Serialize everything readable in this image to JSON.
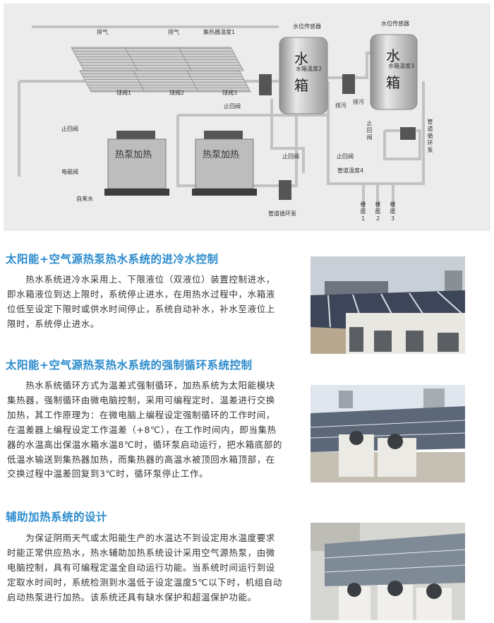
{
  "diagram": {
    "labels": {
      "vent1": "排气",
      "vent2": "排气",
      "collector_temp": "集热器温度1",
      "ball_valve1": "球阀1",
      "ball_valve2": "球阀2",
      "ball_valve3": "球阀3",
      "check_valve_top": "止回阀",
      "check_valve_left": "止回阀",
      "solenoid_valve": "电磁阀",
      "tap_water": "自来水",
      "heat_pump1": "热泵加热",
      "heat_pump2": "热泵加热",
      "check_valve_mid": "止回阀",
      "circ_pump_bottom": "管道循环泵",
      "level_sensor1": "水位传感器",
      "level_sensor2": "水位传感器",
      "tank1_char1": "水",
      "tank1_char2": "箱",
      "tank1_temp": "水箱温度2",
      "tank2_char1": "水",
      "tank2_char2": "箱",
      "tank2_temp": "水箱温度3",
      "drain1": "排污",
      "drain2": "排污",
      "check_valve_right": "止回阀",
      "check_valve_vert": "止回阀",
      "circ_pump_right": "管道循环泵",
      "pipe_temp": "管道温度4",
      "floor1": "楼层1",
      "floor2": "楼层2",
      "floor3": "楼层3"
    }
  },
  "sections": [
    {
      "heading": "太阳能+空气源热泵热水系统的进冷水控制",
      "lines": [
        "　　热水系统进冷水采用上、下限液位（双液位）装置控制进水，",
        "即水箱液位到达上限时，系统停止进水，在用热水过程中，水箱液",
        "位低至设定下限时或供水时间停止，系统自动补水，补水至液位上",
        "限时，系统停止进水。"
      ]
    },
    {
      "heading": "太阳能+空气源热泵热水系统的强制循环系统控制",
      "lines": [
        "　　热水系统循环方式为温差式强制循环，加热系统为太阳能模块",
        "集热器，强制循环由微电脑控制，采用可编程定时、温差进行交换",
        "加热，其工作原理为：在微电脑上编程设定强制循环的工作时间，",
        "在温差器上编程设定工作温差（+8℃），在工作时间内，即当集热",
        "器的水温高出保温水箱水温8℃时，循环泵启动运行，把水箱底部的",
        "低温水输送到集热器加热，而集热器的高温水被顶回水箱顶部，在",
        "交换过程中温差回复到3℃时，循环泵停止工作。"
      ]
    },
    {
      "heading": "辅助加热系统的设计",
      "lines": [
        "　　为保证阴雨天气或太阳能生产的水温达不到设定用水温度要求",
        "时能正常供应热水，热水辅助加热系统设计采用空气源热泵，由微",
        "电脑控制，具有可编程定温全自动运行功能。当系统时间运行到设",
        "定取水时间时，系统检测到水温低于设定温度5℃以下时，机组自动",
        "启动热泵进行加热。该系统还具有缺水保护和超温保护功能。"
      ]
    }
  ],
  "colors": {
    "heading": "#2b8bcc",
    "diagram_bg": "#ececec"
  }
}
